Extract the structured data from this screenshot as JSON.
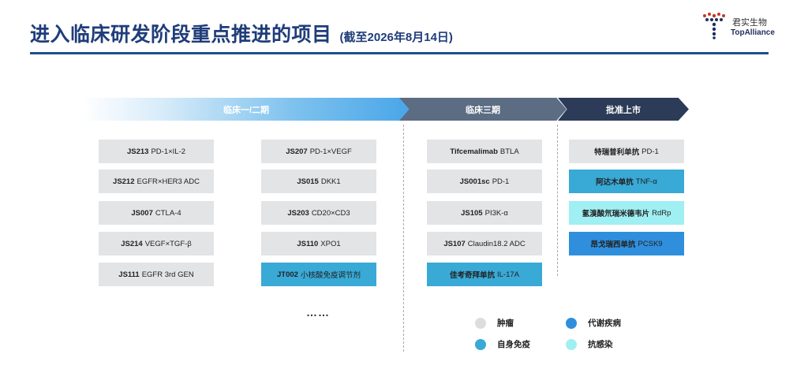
{
  "header": {
    "title": "进入临床研发阶段重点推进的项目",
    "subtitle": "(截至2026年8月14日)"
  },
  "logo": {
    "name_cn": "君实生物",
    "name_en": "TopAlliance"
  },
  "phases": [
    {
      "label": "临床一/二期"
    },
    {
      "label": "临床三期"
    },
    {
      "label": "批准上市"
    }
  ],
  "columns": {
    "phase1_left": [
      {
        "code": "JS213",
        "target": "PD-1×IL-2",
        "category": "tumor"
      },
      {
        "code": "JS212",
        "target": "EGFR×HER3 ADC",
        "category": "tumor"
      },
      {
        "code": "JS007",
        "target": "CTLA-4",
        "category": "tumor"
      },
      {
        "code": "JS214",
        "target": "VEGF×TGF-β",
        "category": "tumor"
      },
      {
        "code": "JS111",
        "target": "EGFR 3rd GEN",
        "category": "tumor"
      }
    ],
    "phase1_right": [
      {
        "code": "JS207",
        "target": "PD-1×VEGF",
        "category": "tumor"
      },
      {
        "code": "JS015",
        "target": "DKK1",
        "category": "tumor"
      },
      {
        "code": "JS203",
        "target": "CD20×CD3",
        "category": "tumor"
      },
      {
        "code": "JS110",
        "target": "XPO1",
        "category": "tumor"
      },
      {
        "code": "JT002",
        "target": "小核酸免疫调节剂",
        "category": "autoimmune"
      }
    ],
    "phase3": [
      {
        "code": "Tifcemalimab",
        "target": "BTLA",
        "category": "tumor"
      },
      {
        "code": "JS001sc",
        "target": "PD-1",
        "category": "tumor"
      },
      {
        "code": "JS105",
        "target": "PI3K-α",
        "category": "tumor"
      },
      {
        "code": "JS107",
        "target": "Claudin18.2 ADC",
        "category": "tumor"
      },
      {
        "code": "佳考奇拜单抗",
        "target": "IL-17A",
        "category": "autoimmune"
      }
    ],
    "approved": [
      {
        "code": "特瑞普利单抗",
        "target": "PD-1",
        "category": "tumor"
      },
      {
        "code": "阿达木单抗",
        "target": "TNF-α",
        "category": "autoimmune"
      },
      {
        "code": "氢溴酸氘瑞米德韦片",
        "target": "RdRp",
        "category": "antiinfective"
      },
      {
        "code": "昂戈瑞西单抗",
        "target": "PCSK9",
        "category": "metabolic"
      }
    ]
  },
  "ellipsis": "……",
  "legend": [
    {
      "label": "肿瘤",
      "color": "#dcdddf"
    },
    {
      "label": "代谢疾病",
      "color": "#2f8fdd"
    },
    {
      "label": "自身免疫",
      "color": "#39a9d6"
    },
    {
      "label": "抗感染",
      "color": "#9feff3"
    }
  ]
}
